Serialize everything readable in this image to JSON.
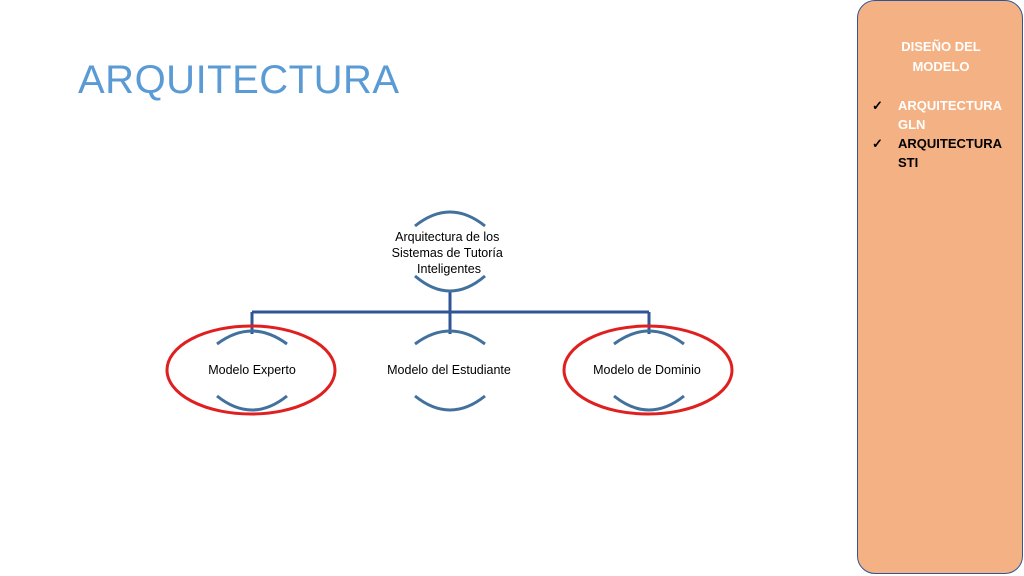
{
  "slide": {
    "title": "ARQUITECTURA"
  },
  "side_panel": {
    "heading_line1": "DISEÑO DEL",
    "heading_line2": "MODELO",
    "items": [
      {
        "check": "✓",
        "line1": "ARQUITECTURA",
        "line2": "GLN",
        "status": "done"
      },
      {
        "check": "✓",
        "line1": "ARQUITECTURA",
        "line2": "STI",
        "status": "current"
      }
    ],
    "colors": {
      "panel_fill": "#F4B183",
      "panel_border": "#2F5597",
      "done_text": "#FFFFFF",
      "current_text": "#000000"
    }
  },
  "diagram": {
    "root": {
      "lines": [
        "Arquitectura de los",
        "Sistemas de Tutoría",
        "Inteligentes"
      ]
    },
    "children": [
      {
        "label": "Modelo Experto",
        "highlighted": true
      },
      {
        "label": "Modelo del Estudiante",
        "highlighted": false
      },
      {
        "label": "Modelo de Dominio",
        "highlighted": true
      }
    ],
    "colors": {
      "connector": "#2F5597",
      "node_arc": "#41719C",
      "highlight": "#E02020"
    }
  }
}
